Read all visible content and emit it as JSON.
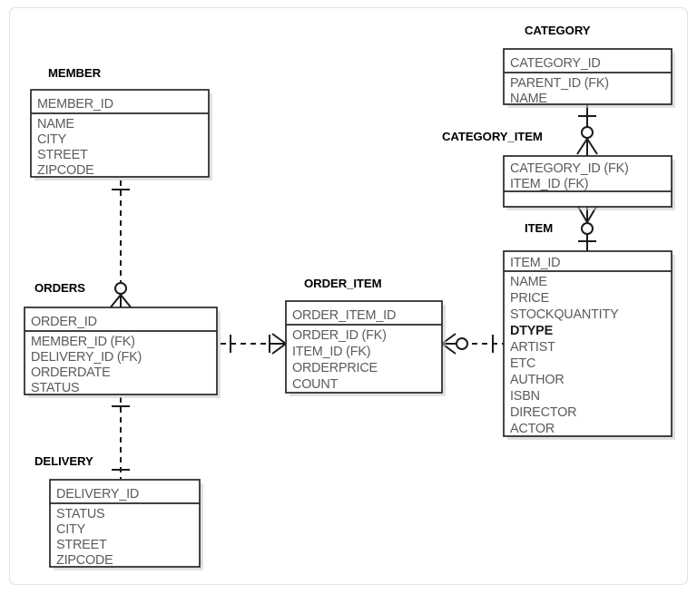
{
  "diagram": {
    "kind": "entity-relationship-diagram",
    "notation": "crow's-foot (IDEF1X style)",
    "background_color": "#ffffff",
    "frame_border_color": "#e2e2e2",
    "entity_border_color": "#262626",
    "attribute_text_color": "#5b5b5b",
    "title_text_color": "#000000",
    "entities": [
      {
        "id": "member",
        "title": "MEMBER",
        "keys": [
          "MEMBER_ID"
        ],
        "attributes": [
          "NAME",
          "CITY",
          "STREET",
          "ZIPCODE"
        ]
      },
      {
        "id": "orders",
        "title": "ORDERS",
        "keys": [
          "ORDER_ID"
        ],
        "attributes": [
          "MEMBER_ID (FK)",
          "DELIVERY_ID (FK)",
          "ORDERDATE",
          "STATUS"
        ]
      },
      {
        "id": "delivery",
        "title": "DELIVERY",
        "keys": [
          "DELIVERY_ID"
        ],
        "attributes": [
          "STATUS",
          "CITY",
          "STREET",
          "ZIPCODE"
        ]
      },
      {
        "id": "order_item",
        "title": "ORDER_ITEM",
        "keys": [
          "ORDER_ITEM_ID"
        ],
        "attributes": [
          "ORDER_ID (FK)",
          "ITEM_ID (FK)",
          "ORDERPRICE",
          "COUNT"
        ]
      },
      {
        "id": "category",
        "title": "CATEGORY",
        "keys": [
          "CATEGORY_ID"
        ],
        "attributes": [
          "PARENT_ID (FK)",
          "NAME"
        ]
      },
      {
        "id": "category_item",
        "title": "CATEGORY_ITEM",
        "keys": [
          "CATEGORY_ID (FK)",
          "ITEM_ID (FK)"
        ],
        "attributes": []
      },
      {
        "id": "item",
        "title": "ITEM",
        "keys": [
          "ITEM_ID"
        ],
        "attributes": [
          "NAME",
          "PRICE",
          "STOCKQUANTITY",
          "DTYPE",
          "ARTIST",
          "ETC",
          "AUTHOR",
          "ISBN",
          "DIRECTOR",
          "ACTOR"
        ],
        "emphasized_attributes": [
          "DTYPE"
        ]
      }
    ],
    "relationships": [
      {
        "id": "member-orders",
        "from": "MEMBER",
        "to": "ORDERS",
        "line_style": "dashed",
        "from_cardinality": "one-mandatory",
        "to_cardinality": "zero-or-many"
      },
      {
        "id": "orders-delivery",
        "from": "ORDERS",
        "to": "DELIVERY",
        "line_style": "dashed",
        "from_cardinality": "one-mandatory",
        "to_cardinality": "one-mandatory"
      },
      {
        "id": "orders-order_item",
        "from": "ORDERS",
        "to": "ORDER_ITEM",
        "line_style": "dashed",
        "from_cardinality": "one-mandatory",
        "to_cardinality": "one-or-many"
      },
      {
        "id": "order_item-item",
        "from": "ORDER_ITEM",
        "to": "ITEM",
        "line_style": "dashed",
        "from_cardinality": "zero-or-many",
        "to_cardinality": "one-mandatory"
      },
      {
        "id": "category-category_item",
        "from": "CATEGORY",
        "to": "CATEGORY_ITEM",
        "line_style": "solid",
        "from_cardinality": "one-mandatory",
        "to_cardinality": "zero-or-many"
      },
      {
        "id": "category_item-item",
        "from": "CATEGORY_ITEM",
        "to": "ITEM",
        "line_style": "solid",
        "from_cardinality": "zero-or-many",
        "to_cardinality": "one-mandatory"
      }
    ]
  },
  "labels": {
    "member": {
      "title": "MEMBER",
      "k0": "MEMBER_ID",
      "a0": "NAME",
      "a1": "CITY",
      "a2": "STREET",
      "a3": "ZIPCODE"
    },
    "orders": {
      "title": "ORDERS",
      "k0": "ORDER_ID",
      "a0": "MEMBER_ID (FK)",
      "a1": "DELIVERY_ID (FK)",
      "a2": "ORDERDATE",
      "a3": "STATUS"
    },
    "delivery": {
      "title": "DELIVERY",
      "k0": "DELIVERY_ID",
      "a0": "STATUS",
      "a1": "CITY",
      "a2": "STREET",
      "a3": "ZIPCODE"
    },
    "order_item": {
      "title": "ORDER_ITEM",
      "k0": "ORDER_ITEM_ID",
      "a0": "ORDER_ID (FK)",
      "a1": "ITEM_ID (FK)",
      "a2": "ORDERPRICE",
      "a3": "COUNT"
    },
    "category": {
      "title": "CATEGORY",
      "k0": "CATEGORY_ID",
      "a0": "PARENT_ID (FK)",
      "a1": "NAME"
    },
    "category_item": {
      "title": "CATEGORY_ITEM",
      "k0": "CATEGORY_ID (FK)",
      "k1": "ITEM_ID (FK)"
    },
    "item": {
      "title": "ITEM",
      "k0": "ITEM_ID",
      "a0": "NAME",
      "a1": "PRICE",
      "a2": "STOCKQUANTITY",
      "a3": "DTYPE",
      "a4": "ARTIST",
      "a5": "ETC",
      "a6": "AUTHOR",
      "a7": "ISBN",
      "a8": "DIRECTOR",
      "a9": "ACTOR"
    }
  }
}
